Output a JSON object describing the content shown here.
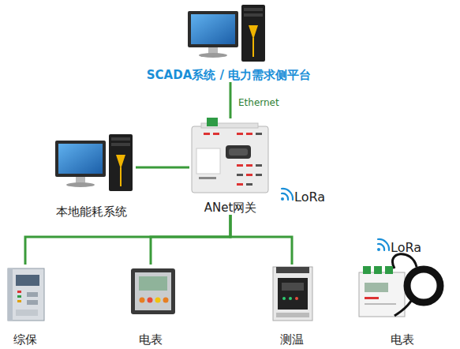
{
  "diagram": {
    "nodes": [
      {
        "text": [
          "SCADA系统 / 电力需求侧平台"
        ]
      },
      {
        "text": [
          "ANet网关"
        ]
      },
      {
        "text": [
          "本地能耗系统"
        ]
      },
      {
        "text": [
          "综保"
        ]
      },
      {
        "text": [
          "电表"
        ]
      },
      {
        "text": [
          "测温"
        ]
      },
      {
        "text": [
          "电表"
        ]
      }
    ],
    "edges": [
      {
        "from": 0,
        "to": 1,
        "label": "Ethernet",
        "arrow": "none"
      },
      {
        "from": 2,
        "to": 1,
        "arrow": "none"
      },
      {
        "from": 1,
        "to": 3,
        "arrow": "none"
      },
      {
        "from": 1,
        "to": 4,
        "arrow": "none"
      },
      {
        "from": 1,
        "to": 5,
        "arrow": "none"
      }
    ],
    "labels": [
      "LoRa",
      "LoRa"
    ]
  }
}
